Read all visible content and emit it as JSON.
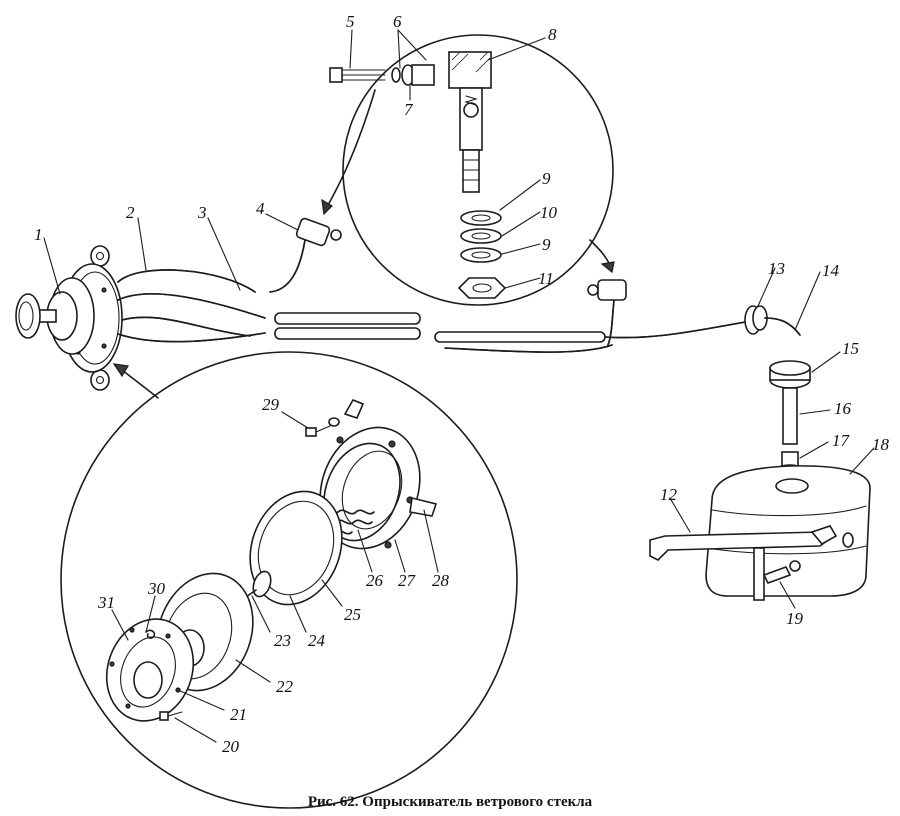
{
  "caption": "Рис. 62. Опрыскиватель ветрового стекла",
  "labels": [
    "1",
    "2",
    "3",
    "4",
    "5",
    "6",
    "7",
    "8",
    "9",
    "10",
    "9",
    "11",
    "12",
    "13",
    "14",
    "15",
    "16",
    "17",
    "18",
    "19",
    "20",
    "21",
    "22",
    "23",
    "24",
    "25",
    "26",
    "27",
    "28",
    "29",
    "30",
    "31"
  ]
}
